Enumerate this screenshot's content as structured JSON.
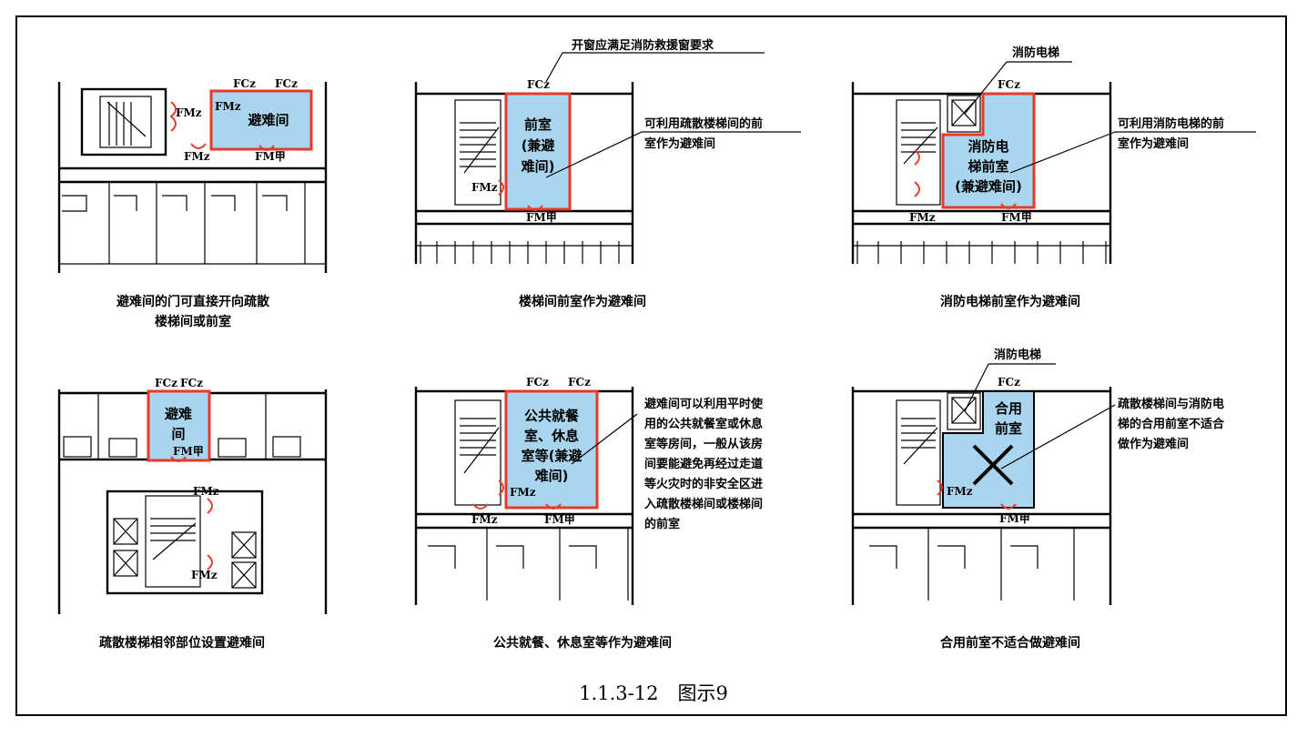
{
  "figure_title": "1.1.3-12　图示9",
  "panels": [
    {
      "caption": [
        "避难间的门可直接开向疏散",
        "楼梯间或前室"
      ],
      "room": [
        "避难间"
      ],
      "doors": [
        "FCz",
        "FCz",
        "FMz",
        "FMz",
        "FMz",
        "FM甲"
      ]
    },
    {
      "caption": [
        "楼梯间前室作为避难间"
      ],
      "room": [
        "前室",
        "(兼避",
        "难间)"
      ],
      "note_top": "开窗应满足消防救援窗要求",
      "note_side": [
        "可利用疏散楼梯间的前",
        "室作为避难间"
      ],
      "doors": [
        "FCz",
        "FMz",
        "FM甲"
      ]
    },
    {
      "caption": [
        "消防电梯前室作为避难间"
      ],
      "room": [
        "消防电",
        "梯前室",
        "(兼避难间)"
      ],
      "note_top": "消防电梯",
      "note_side": [
        "可利用消防电梯的前",
        "室作为避难间"
      ],
      "doors": [
        "FCz",
        "FMz",
        "FM甲"
      ]
    },
    {
      "caption": [
        "疏散楼梯相邻部位设置避难间"
      ],
      "room": [
        "避难",
        "间"
      ],
      "doors": [
        "FCz",
        "FCz",
        "FM甲",
        "FMz",
        "FMz"
      ]
    },
    {
      "caption": [
        "公共就餐、休息室等作为避难间"
      ],
      "room": [
        "公共就餐",
        "室、休息",
        "室等(兼避",
        "难间)"
      ],
      "note_side": [
        "避难间可以利用平时使",
        "用的公共就餐室或休息",
        "室等房间，一般从该房",
        "间要能避免再经过走道",
        "等火灾时的非安全区进",
        "入疏散楼梯间或楼梯间",
        "的前室"
      ],
      "doors": [
        "FCz",
        "FCz",
        "FMz",
        "FMz",
        "FM甲"
      ]
    },
    {
      "caption": [
        "合用前室不适合做避难间"
      ],
      "room": [
        "合用",
        "前室"
      ],
      "note_top": "消防电梯",
      "note_side": [
        "疏散楼梯间与消防电",
        "梯的合用前室不适合",
        "做作为避难间"
      ],
      "doors": [
        "FCz",
        "FMz",
        "FM甲"
      ]
    }
  ],
  "colors": {
    "room_fill": "#a9d6ee",
    "room_border": "#e63b2a",
    "line": "#000000"
  }
}
